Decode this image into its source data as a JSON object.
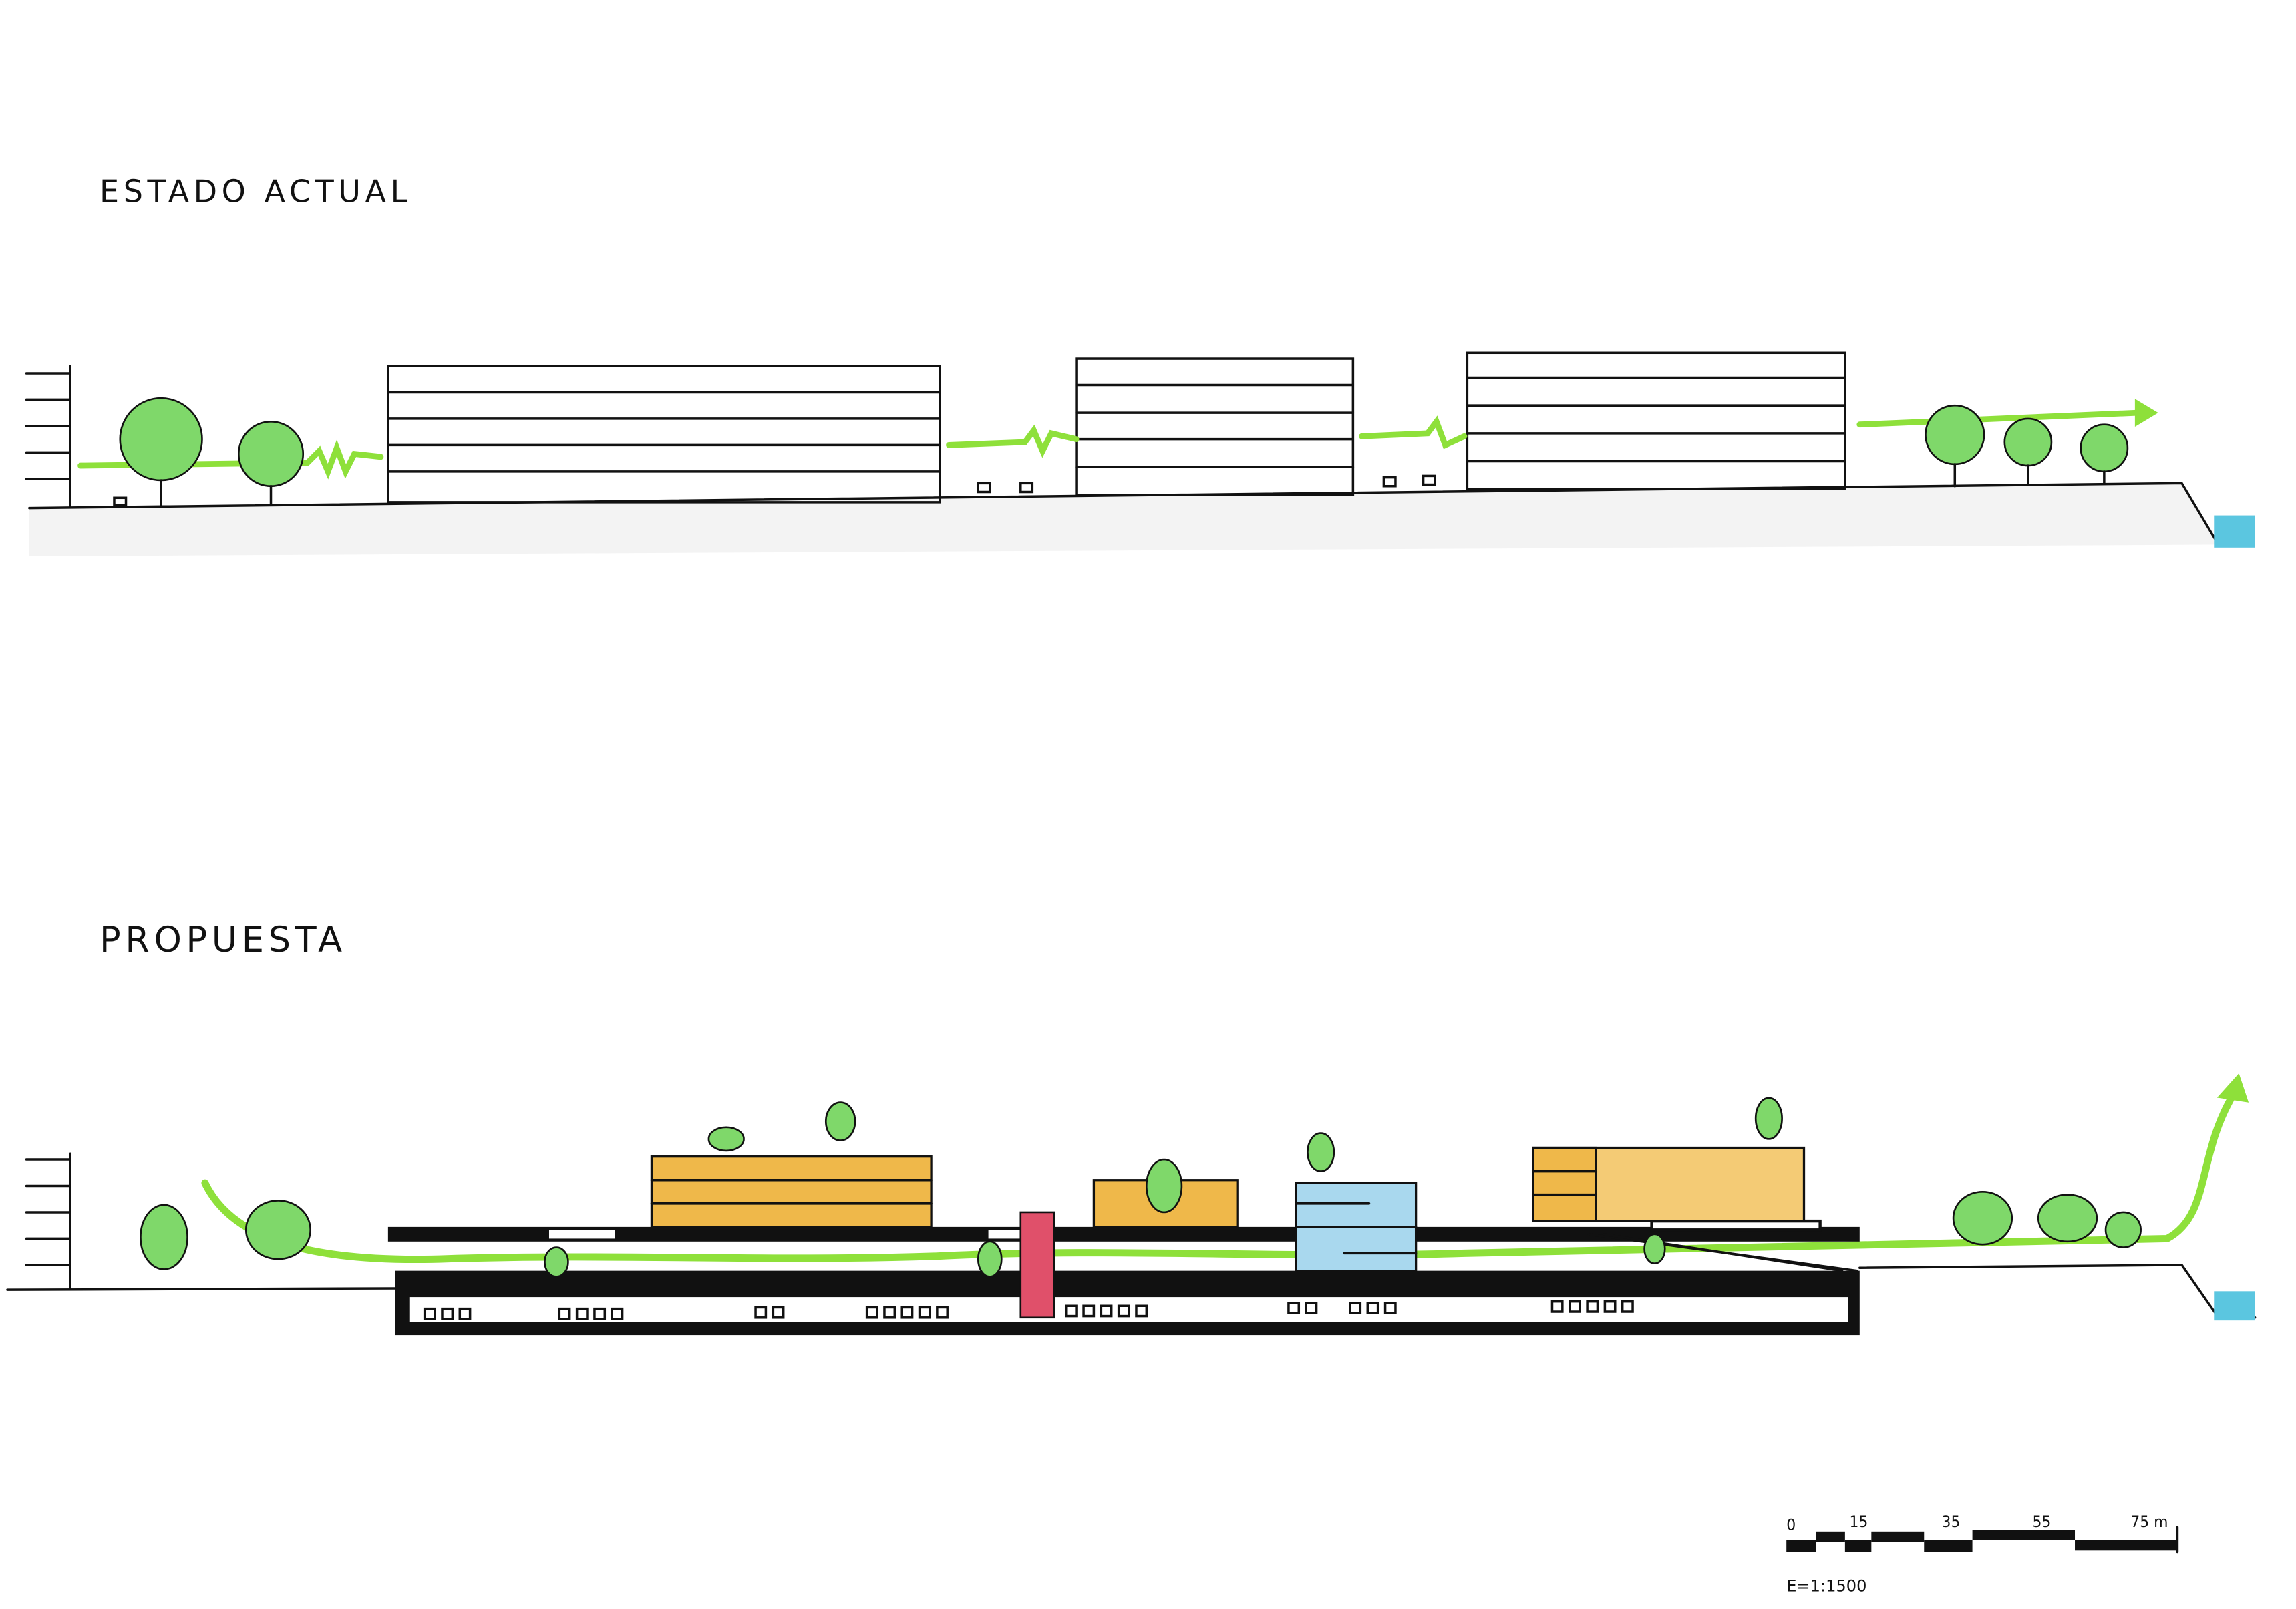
{
  "sections": {
    "current": {
      "title": "ESTADO ACTUAL"
    },
    "proposal": {
      "title": "PROPUESTA"
    }
  },
  "scale_bar": {
    "labels": [
      "0",
      "15",
      "35",
      "55",
      "75 m"
    ],
    "scale_text": "E=1:1500"
  },
  "colors": {
    "green_path": "#8ee03a",
    "tree": "#6fcf5a",
    "commercial": "#efb84a",
    "civic": "#a9d8ee",
    "circulation_core": "#e0506a",
    "water": "#5bc6e0",
    "ink": "#111111"
  }
}
